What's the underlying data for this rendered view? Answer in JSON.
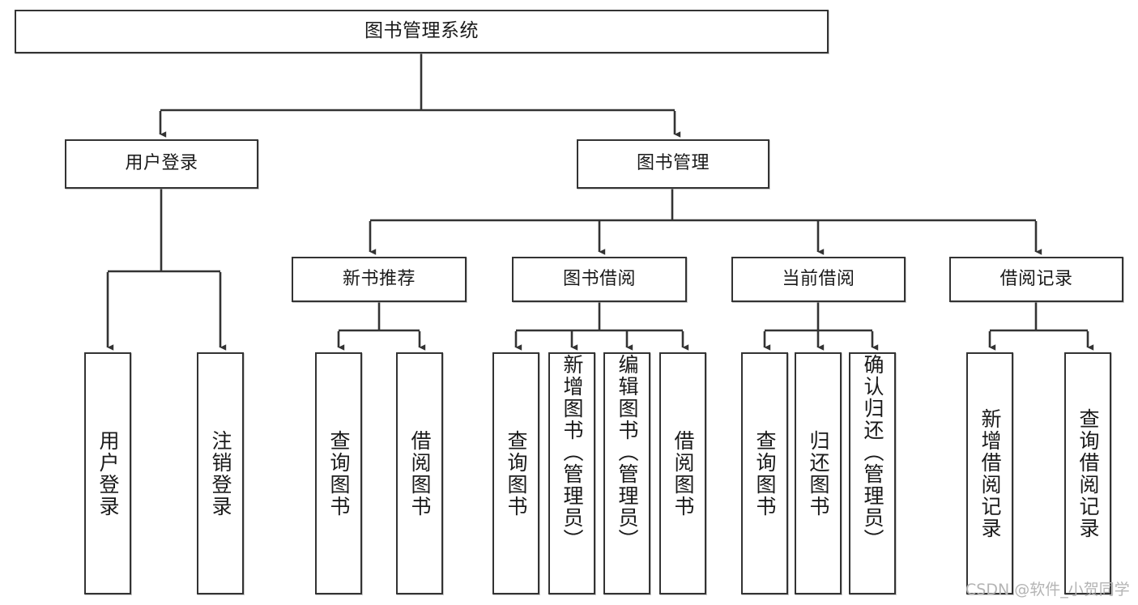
{
  "diagram": {
    "title": "图书管理系统",
    "type": "tree",
    "orientation": "top-down",
    "colors": {
      "box_border": "#333333",
      "box_fill": "#ffffff",
      "connector": "#333333",
      "text": "#1a1a1a",
      "watermark": "#b4b4b4",
      "background": "#ffffff"
    },
    "root": {
      "label": "图书管理系统",
      "level": 1
    },
    "level2": [
      {
        "label": "用户登录"
      },
      {
        "label": "图书管理"
      }
    ],
    "level3": [
      {
        "label": "新书推荐"
      },
      {
        "label": "图书借阅"
      },
      {
        "label": "当前借阅"
      },
      {
        "label": "借阅记录"
      }
    ],
    "leaves": {
      "user_login": [
        {
          "label": "用户登录"
        },
        {
          "label": "注销登录"
        }
      ],
      "new_book_recommend": [
        {
          "label": "查询图书"
        },
        {
          "label": "借阅图书"
        }
      ],
      "book_borrow": [
        {
          "label": "查询图书"
        },
        {
          "label": "新增图书（管理员）"
        },
        {
          "label": "编辑图书（管理员）"
        },
        {
          "label": "借阅图书"
        }
      ],
      "current_borrow": [
        {
          "label": "查询图书"
        },
        {
          "label": "归还图书"
        },
        {
          "label": "确认归还（管理员）"
        }
      ],
      "borrow_record": [
        {
          "label": "新增借阅记录"
        },
        {
          "label": "查询借阅记录"
        }
      ]
    },
    "watermark": "CSDN @软件_小贺同学"
  }
}
